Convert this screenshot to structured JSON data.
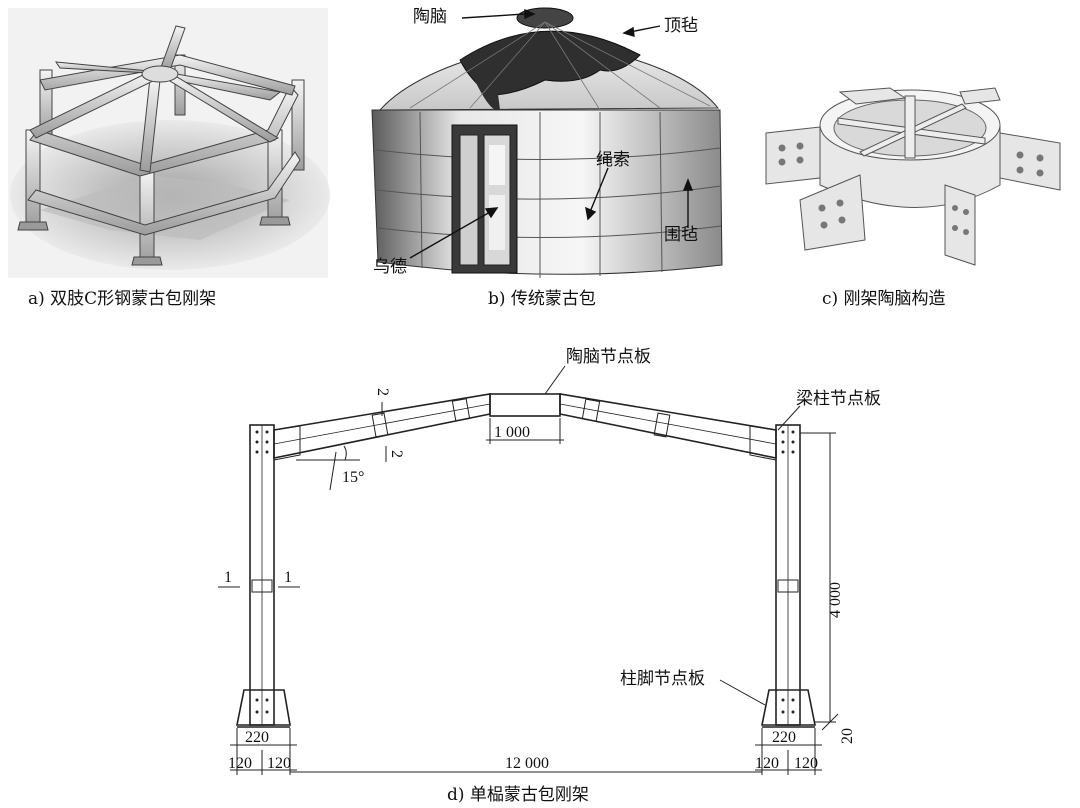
{
  "captions": {
    "a": "a)  双肢C形钢蒙古包刚架",
    "b": "b)  传统蒙古包",
    "c": "c)  刚架陶脑构造",
    "d": "d) 单榀蒙古包刚架"
  },
  "yurt_labels": {
    "taonao": "陶脑",
    "dingzhan": "顶毡",
    "shengsuo": "绳索",
    "weizhan": "围毡",
    "wude": "乌德"
  },
  "frame_labels": {
    "taonao_plate": "陶脑节点板",
    "beam_column_plate": "梁柱节点板",
    "column_base_plate": "柱脚节点板"
  },
  "dimensions": {
    "top_plate_width": "1 000",
    "angle": "15°",
    "height": "4 000",
    "span": "12 000",
    "base_offset": "20",
    "base_width_left": "220",
    "base_width_right": "220",
    "base_half_left_a": "120",
    "base_half_left_b": "120",
    "base_half_right_a": "120",
    "base_half_right_b": "120"
  },
  "section_marks": {
    "col_left": "1",
    "col_right": "1",
    "beam_top": "2",
    "beam_bottom": "2"
  }
}
